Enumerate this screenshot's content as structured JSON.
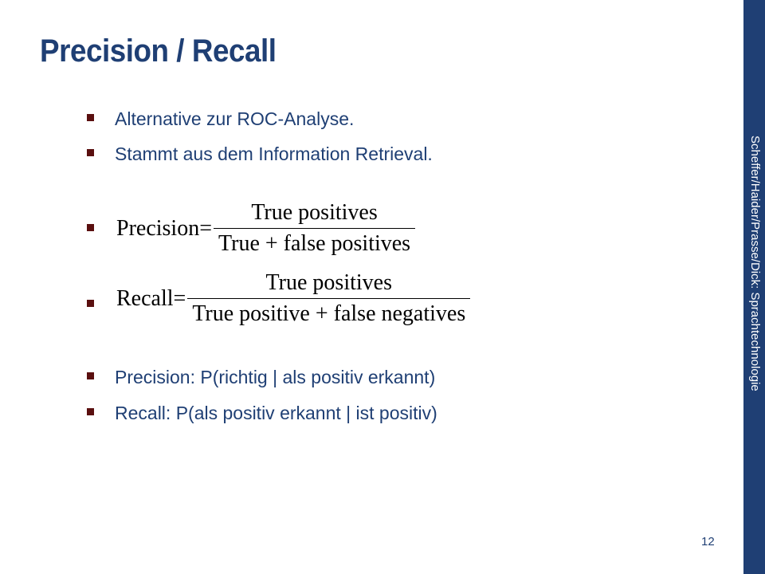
{
  "slide": {
    "title": "Precision / Recall",
    "bullets": [
      "Alternative zur ROC-Analyse.",
      "Stammt aus dem Information Retrieval.",
      "Precision: P(richtig | als positiv erkannt)",
      "Recall: P(als positiv erkannt | ist positiv)"
    ],
    "precision_formula": {
      "lhs": "Precision=",
      "numerator": "True positives",
      "denominator": "True + false positives"
    },
    "recall_formula": {
      "lhs": "Recall=",
      "numerator": "True positives",
      "denominator": "True positive + false negatives"
    },
    "sidebar_text": "Scheffer/Haider/Prasse/Dick: Sprachtechnologie",
    "page_number": "12"
  },
  "colors": {
    "text": "#1f3f74",
    "bullet": "#5a0f0f",
    "sidebar": "#1f3f74"
  }
}
